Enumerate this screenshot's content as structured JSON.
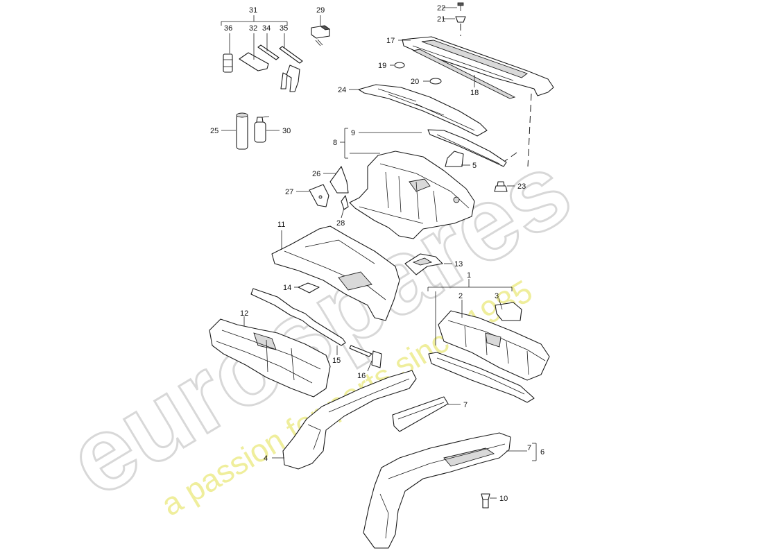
{
  "watermark": {
    "logo_text": "eurospares",
    "tagline": "a passion for parts since 1985",
    "logo_color": "#d8d8d8",
    "tagline_color": "#efee9c"
  },
  "labels": {
    "n1": "1",
    "n2": "2",
    "n3": "3",
    "n4": "4",
    "n5": "5",
    "n6": "6",
    "n7a": "7",
    "n7b": "7",
    "n8": "8",
    "n9": "9",
    "n10": "10",
    "n11": "11",
    "n12": "12",
    "n13": "13",
    "n14": "14",
    "n15": "15",
    "n16": "16",
    "n17": "17",
    "n18": "18",
    "n19": "19",
    "n20": "20",
    "n21": "21",
    "n22": "22",
    "n23": "23",
    "n24": "24",
    "n25": "25",
    "n26": "26",
    "n27": "27",
    "n28": "28",
    "n29": "29",
    "n30": "30",
    "n31": "31",
    "n32": "32",
    "n34": "34",
    "n35": "35",
    "n36": "36"
  }
}
